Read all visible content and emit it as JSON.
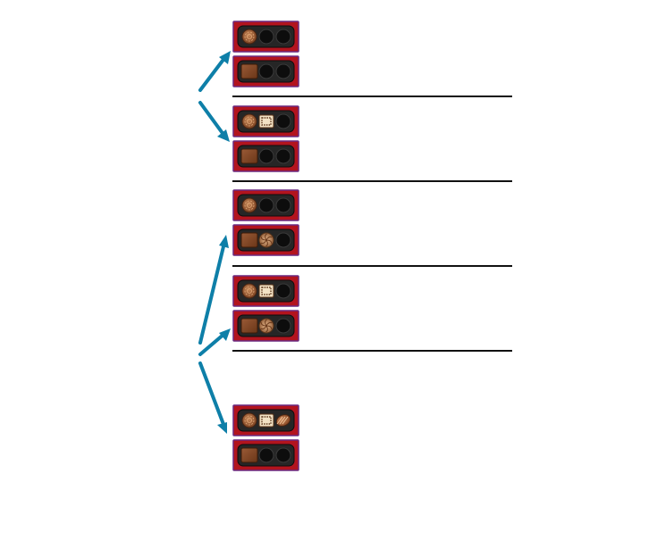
{
  "colors": {
    "arrow": "#0e7fa8",
    "box_frame": "#b2141e",
    "box_border": "#6a2a80",
    "tray": "#262626",
    "well": "#0d0d0d",
    "separator": "#111111"
  },
  "groups": [
    {
      "boxes": [
        [
          "round-swirl-chocolate",
          "empty",
          "empty"
        ],
        [
          "square-chocolate",
          "empty",
          "empty"
        ]
      ],
      "arrow_targets": [
        "box-1"
      ]
    },
    {
      "boxes": [
        [
          "round-swirl-chocolate",
          "white-frame-chocolate",
          "empty"
        ],
        [
          "square-chocolate",
          "empty",
          "empty"
        ]
      ],
      "arrow_targets": [
        "box-1"
      ]
    },
    {
      "boxes": [
        [
          "round-swirl-chocolate",
          "empty",
          "empty"
        ],
        [
          "square-chocolate",
          "pinwheel-chocolate",
          "empty"
        ]
      ],
      "arrow_targets": [
        "box-2"
      ]
    },
    {
      "boxes": [
        [
          "round-swirl-chocolate",
          "white-frame-chocolate",
          "empty"
        ],
        [
          "square-chocolate",
          "pinwheel-chocolate",
          "empty"
        ]
      ],
      "arrow_targets": [
        "box-2"
      ]
    },
    {
      "boxes": [
        [
          "round-swirl-chocolate",
          "white-frame-chocolate",
          "striped-oval-chocolate"
        ],
        [
          "square-chocolate",
          "empty",
          "empty"
        ]
      ],
      "arrow_targets": [
        "box-1"
      ]
    }
  ]
}
